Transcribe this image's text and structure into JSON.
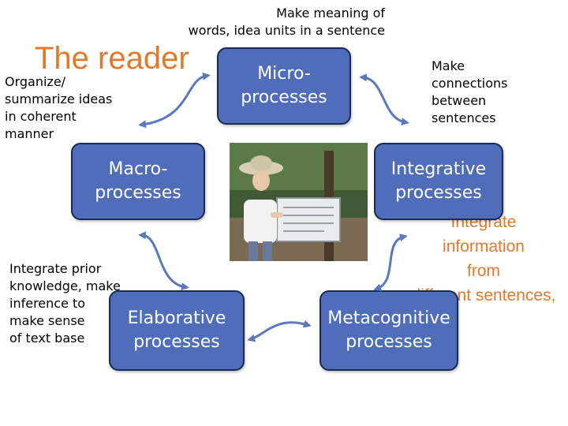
{
  "title": "The reader",
  "notes": {
    "micro": "Make meaning of\nwords, idea units in a sentence",
    "integrative": "Make\nconnections\nbetween\nsentences",
    "macro": "Organize/\nsummarize ideas\nin coherent\nmanner",
    "elaborative": "Integrate prior\nknowledge, make\ninference to\nmake sense\nof text base",
    "metacognitive": "Integrate\ninformation\nfrom\ndifferent sentences,"
  },
  "boxes": {
    "micro": "Micro-\nprocesses",
    "macro": "Macro-\nprocesses",
    "integrative": "Integrative\nprocesses",
    "elaborative": "Elaborative\nprocesses",
    "metacognitive": "Metacognitive\nprocesses"
  },
  "colors": {
    "box_fill": "#4f6db8",
    "box_border": "#1b2a55",
    "title": "#e0792b",
    "arrow": "#5a78bf"
  }
}
